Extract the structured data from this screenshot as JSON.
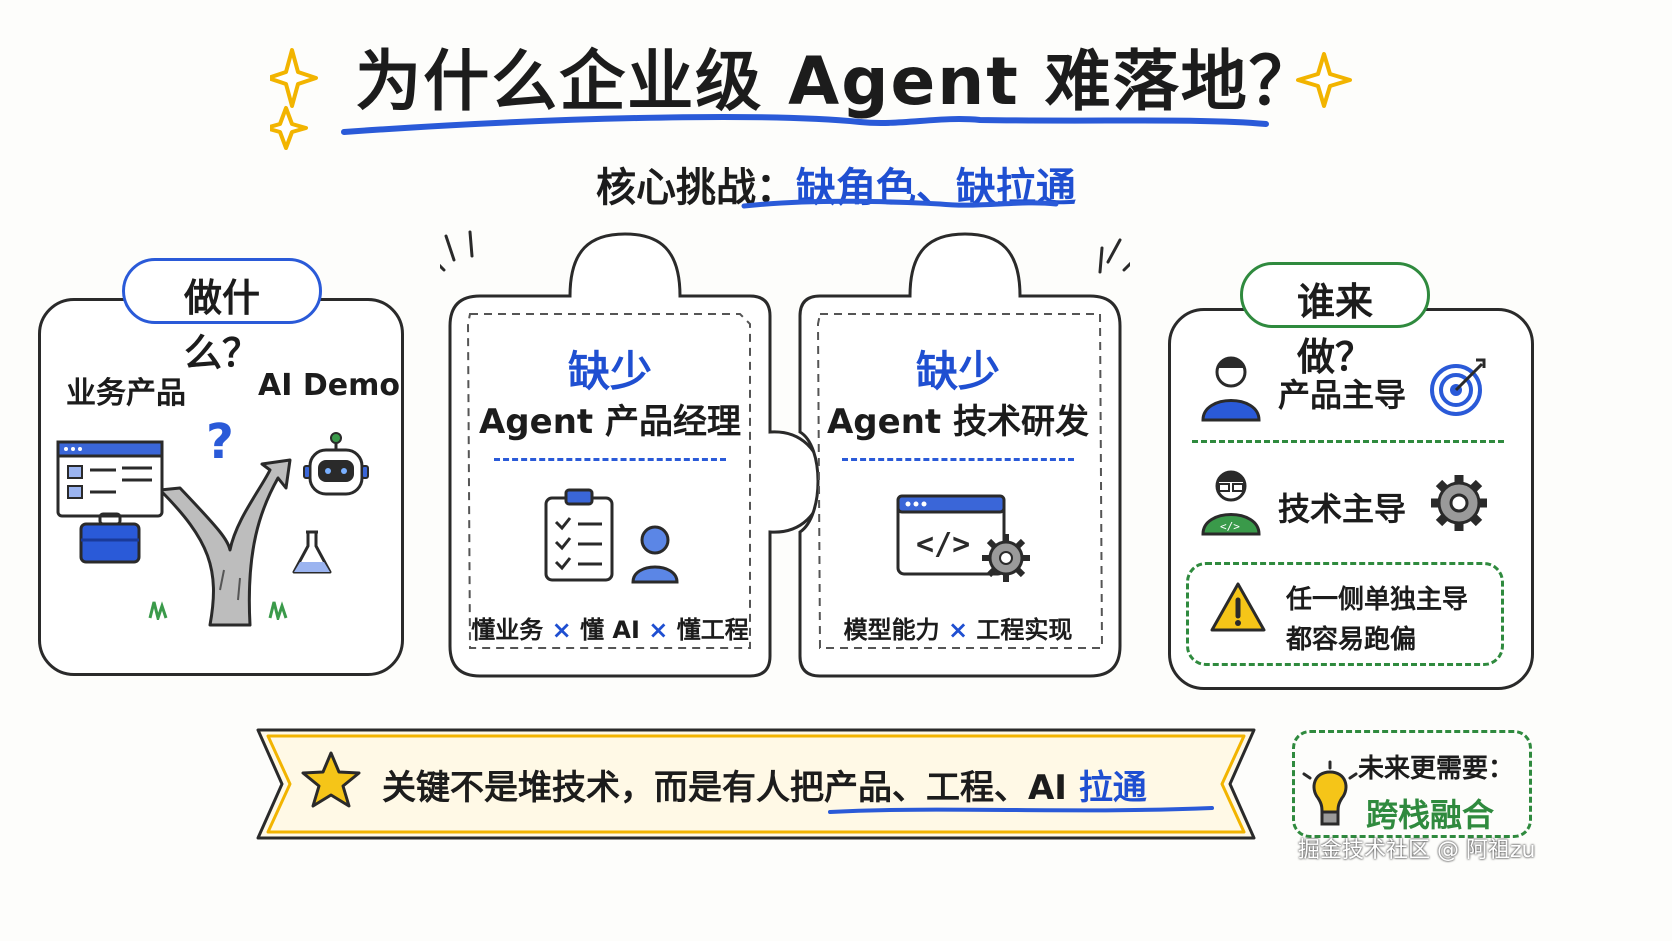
{
  "title": "为什么企业级 Agent 难落地？",
  "subtitle": {
    "prefix": "核心挑战：",
    "highlight": "缺角色、缺拉通"
  },
  "left_panel": {
    "tag": "做什么？",
    "label_left": "业务产品",
    "label_right": "AI Demo",
    "question_mark": "?"
  },
  "puzzle_left": {
    "missing": "缺少",
    "role": "Agent 产品经理",
    "footer": {
      "a": "懂业务",
      "x1": "×",
      "b": "懂 AI",
      "x2": "×",
      "c": "懂工程"
    }
  },
  "puzzle_right": {
    "missing": "缺少",
    "role": "Agent 技术研发",
    "footer": {
      "a": "模型能力",
      "x1": "×",
      "b": "工程实现"
    }
  },
  "right_panel": {
    "tag": "谁来做？",
    "item1": "产品主导",
    "item2": "技术主导",
    "warning_line1": "任一侧单独主导",
    "warning_line2": "都容易跑偏"
  },
  "banner": {
    "text": "关键不是堆技术，而是有人把产品、工程、AI ",
    "highlight": "拉通"
  },
  "future": {
    "label": "未来更需要：",
    "value": "跨栈融合"
  },
  "watermark": "掘金技术社区 @ 阿祖zu",
  "colors": {
    "blue": "#1f4fd1",
    "green": "#2f8a3e",
    "yellow": "#f5c518",
    "dark": "#2a2a2a"
  },
  "icons": [
    "sparkle-icon",
    "browser-window-icon",
    "briefcase-icon",
    "fork-tree-icon",
    "robot-icon",
    "flask-icon",
    "checklist-icon",
    "user-icon",
    "code-window-icon",
    "gear-icon",
    "person-icon",
    "target-icon",
    "developer-icon",
    "warning-icon",
    "star-icon",
    "lightbulb-icon"
  ]
}
